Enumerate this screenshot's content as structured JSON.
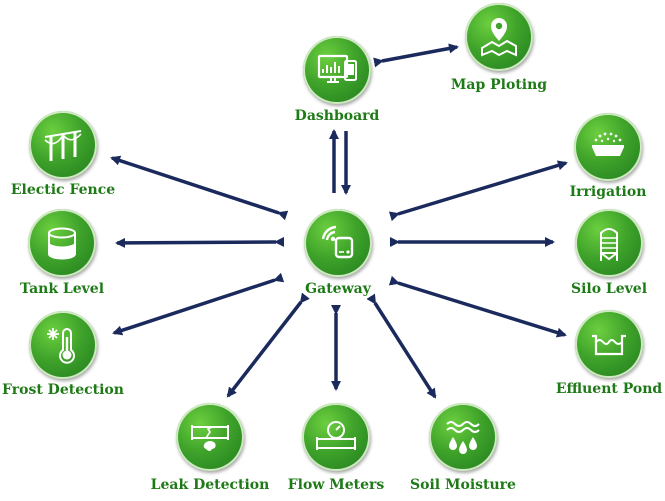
{
  "nodes": {
    "map_ploting": {
      "label": "Map Ploting",
      "icon": "map-pin-icon"
    },
    "dashboard": {
      "label": "Dashboard",
      "icon": "monitor-dashboard-icon"
    },
    "electric_fence": {
      "label": "Electic Fence",
      "icon": "fence-icon"
    },
    "irrigation": {
      "label": "Irrigation",
      "icon": "sprinkler-icon"
    },
    "tank_level": {
      "label": "Tank Level",
      "icon": "tank-icon"
    },
    "gateway": {
      "label": "Gateway",
      "icon": "wifi-router-icon"
    },
    "silo_level": {
      "label": "Silo Level",
      "icon": "silo-icon"
    },
    "frost_detection": {
      "label": "Frost Detection",
      "icon": "thermometer-snowflake-icon"
    },
    "effluent_pond": {
      "label": "Effluent Pond",
      "icon": "pond-icon"
    },
    "leak_detection": {
      "label": "Leak Detection",
      "icon": "pipe-leak-icon"
    },
    "flow_meters": {
      "label": "Flow Meters",
      "icon": "flow-meter-icon"
    },
    "soil_moisture": {
      "label": "Soil Moisture",
      "icon": "water-drops-icon"
    }
  },
  "colors": {
    "node_green": "#3ea22a",
    "label_green": "#1e7a16",
    "arrow_navy": "#1b2a5c"
  }
}
